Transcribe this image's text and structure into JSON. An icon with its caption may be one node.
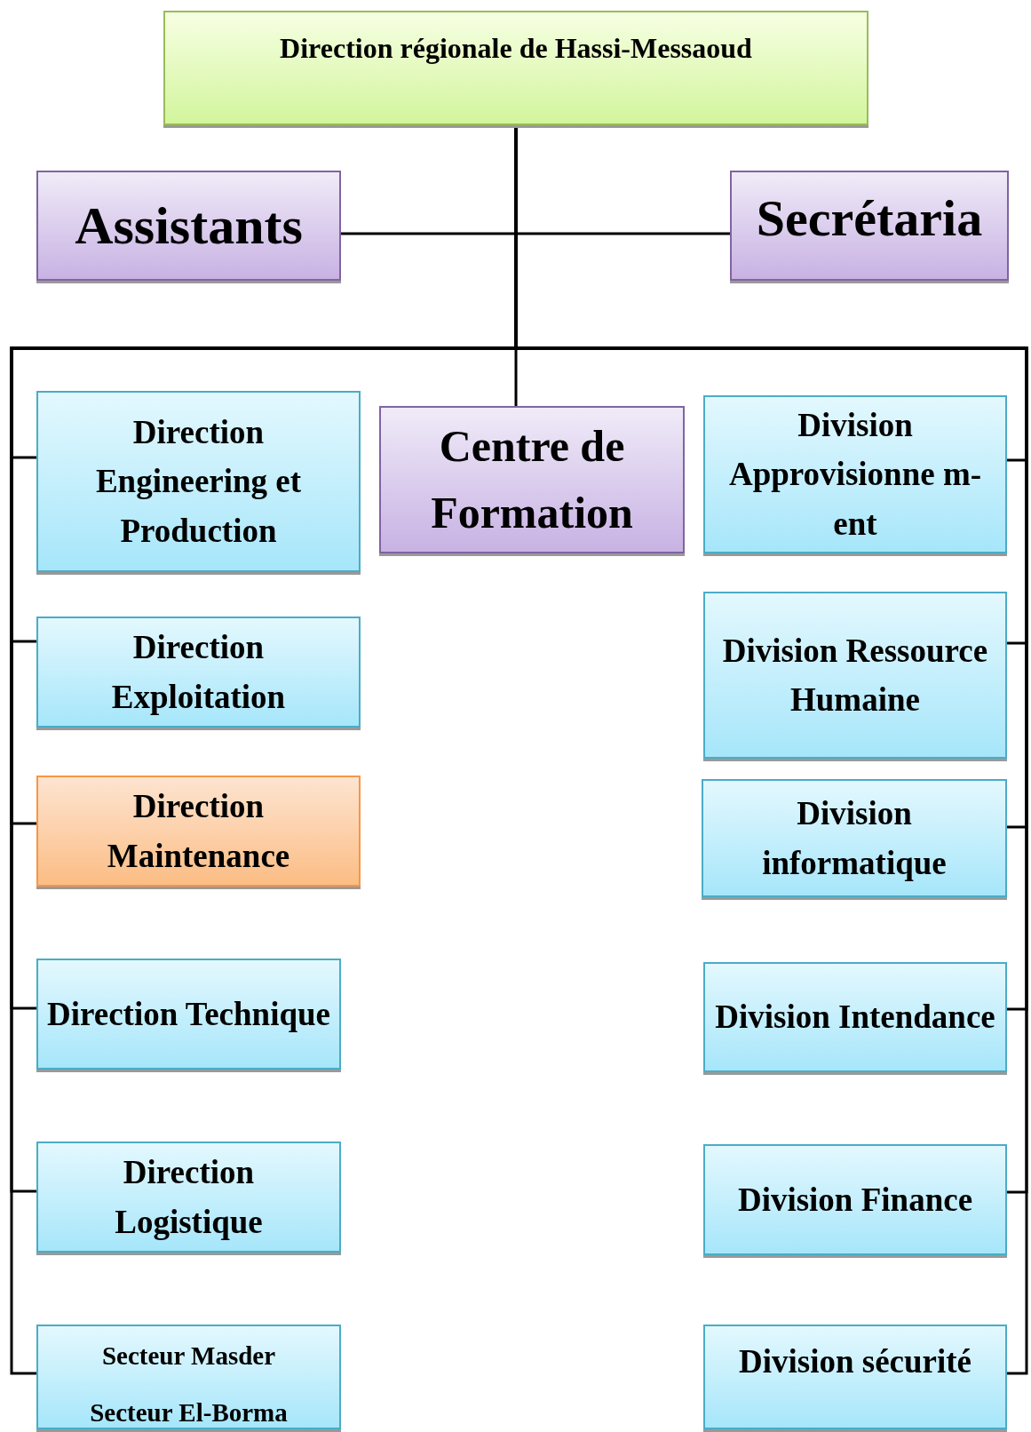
{
  "diagram": {
    "nodes": [
      {
        "text": [
          "Direction régionale de Hassi-Messaoud"
        ]
      },
      {
        "text": [
          "Assistants"
        ]
      },
      {
        "text": [
          "Secrétaria"
        ]
      },
      {
        "text": [
          "Direction Engineering et Production"
        ]
      },
      {
        "text": [
          "Centre de Formation"
        ]
      },
      {
        "text": [
          "Division Approvisionne m-ent"
        ]
      },
      {
        "text": [
          "Direction Exploitation"
        ]
      },
      {
        "text": [
          "Division Ressource Humaine"
        ]
      },
      {
        "text": [
          "Direction Maintenance"
        ]
      },
      {
        "text": [
          "Division informatique"
        ]
      },
      {
        "text": [
          "Direction Technique"
        ]
      },
      {
        "text": [
          "Division Intendance"
        ]
      },
      {
        "text": [
          "Direction Logistique"
        ]
      },
      {
        "text": [
          "Division Finance"
        ]
      },
      {
        "text": [
          "Secteur Masder",
          "Secteur El-Borma"
        ]
      },
      {
        "text": [
          "Division sécurité"
        ]
      }
    ],
    "edges": [
      {
        "from": 0,
        "to": 1,
        "arrow": "none"
      },
      {
        "from": 0,
        "to": 2,
        "arrow": "none"
      },
      {
        "from": 0,
        "to": 4,
        "arrow": "none"
      },
      {
        "from": 0,
        "to": 3,
        "arrow": "none"
      },
      {
        "from": 0,
        "to": 6,
        "arrow": "none"
      },
      {
        "from": 0,
        "to": 8,
        "arrow": "none"
      },
      {
        "from": 0,
        "to": 10,
        "arrow": "none"
      },
      {
        "from": 0,
        "to": 12,
        "arrow": "none"
      },
      {
        "from": 0,
        "to": 14,
        "arrow": "none"
      },
      {
        "from": 0,
        "to": 5,
        "arrow": "none"
      },
      {
        "from": 0,
        "to": 7,
        "arrow": "none"
      },
      {
        "from": 0,
        "to": 9,
        "arrow": "none"
      },
      {
        "from": 0,
        "to": 11,
        "arrow": "none"
      },
      {
        "from": 0,
        "to": 13,
        "arrow": "none"
      },
      {
        "from": 0,
        "to": 15,
        "arrow": "none"
      }
    ]
  }
}
